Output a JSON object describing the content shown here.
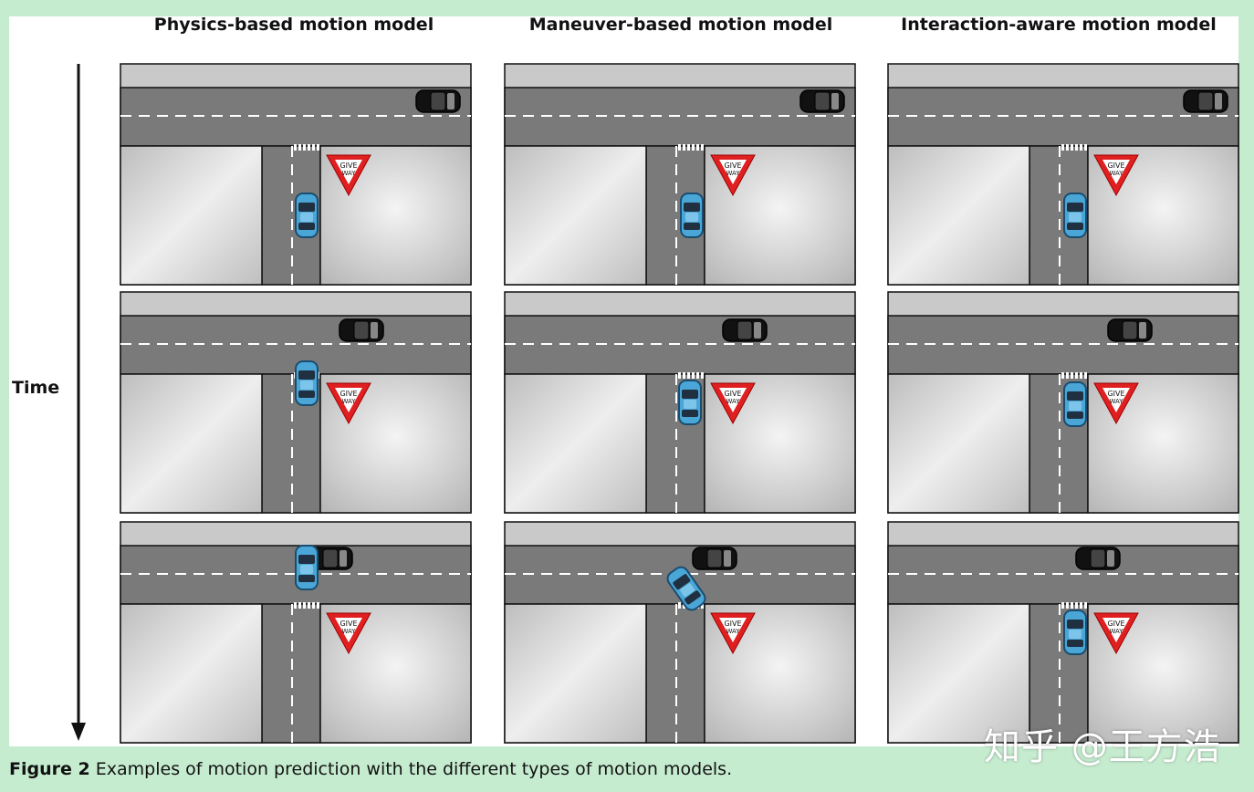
{
  "titles": [
    "Physics-based motion model",
    "Maneuver-based motion model",
    "Interaction-aware motion model"
  ],
  "axis_label": "Time",
  "sign": {
    "line1": "GIVE",
    "line2": "WAY"
  },
  "caption": {
    "bold": "Figure 2",
    "text": " Examples of motion prediction with the different types of motion models."
  },
  "watermark": "知乎 @王方浩",
  "colors": {
    "background": "#c6ecd0",
    "road": "#7a7a7a",
    "blue_car": "#4aa6d6",
    "black_car": "#111111",
    "sign_red": "#e02020"
  },
  "scenes": [
    {
      "model": "physics",
      "step": 1,
      "blue_car": "approaching junction",
      "black_car": "far right"
    },
    {
      "model": "maneuver",
      "step": 1,
      "blue_car": "approaching junction",
      "black_car": "far right"
    },
    {
      "model": "interaction",
      "step": 1,
      "blue_car": "approaching junction",
      "black_car": "far right"
    },
    {
      "model": "physics",
      "step": 2,
      "blue_car": "passing stop line",
      "black_car": "center-right"
    },
    {
      "model": "maneuver",
      "step": 2,
      "blue_car": "at stop line",
      "black_car": "center-right"
    },
    {
      "model": "interaction",
      "step": 2,
      "blue_car": "at stop line",
      "black_car": "center-right"
    },
    {
      "model": "physics",
      "step": 3,
      "blue_car": "in main road",
      "black_car": "center"
    },
    {
      "model": "maneuver",
      "step": 3,
      "blue_car": "turning onto main road",
      "black_car": "center"
    },
    {
      "model": "interaction",
      "step": 3,
      "blue_car": "waiting at stop line",
      "black_car": "center"
    }
  ]
}
